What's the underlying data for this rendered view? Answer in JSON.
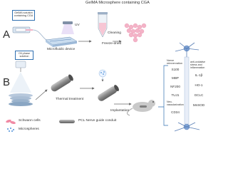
{
  "panels": {
    "a": "A",
    "b": "B"
  },
  "panel_a": {
    "title": "GelMA Microsphere containing CGA",
    "solution_box": "GelMA solution containing CGA",
    "uv": "UV",
    "device": "Microfluidic device",
    "cleaning": "Cleaning",
    "freeze_dried": "Freeze-dried"
  },
  "panel_b": {
    "oil_box": "Oil phase solution",
    "thermal": "Thermal treatment",
    "implantation": "Implantation"
  },
  "outcomes": {
    "reinnervation_title": "Nerve reinnervation",
    "neovascularization": "Neo-vascularization",
    "left_markers": [
      "S100",
      "MBP",
      "NF200",
      "TUJ1",
      "CD34"
    ],
    "stress_title": "anti-oxidative stress and inflammation",
    "right_markers": [
      "IL-1β",
      "HO-1",
      "GCLC",
      "MnSOD"
    ]
  },
  "legend": {
    "schwann": "Schwann cells",
    "microspheres": "Microspheres",
    "conduit": "PCL Nerve guide conduit"
  },
  "colors": {
    "gelma": "#f4b3c7",
    "device": "#a8c7e6",
    "conduit": "#8c8c8c",
    "accent_blue": "#2f6fb0",
    "neuron": "#5a7fb5",
    "schwann": "#f08aa4"
  }
}
